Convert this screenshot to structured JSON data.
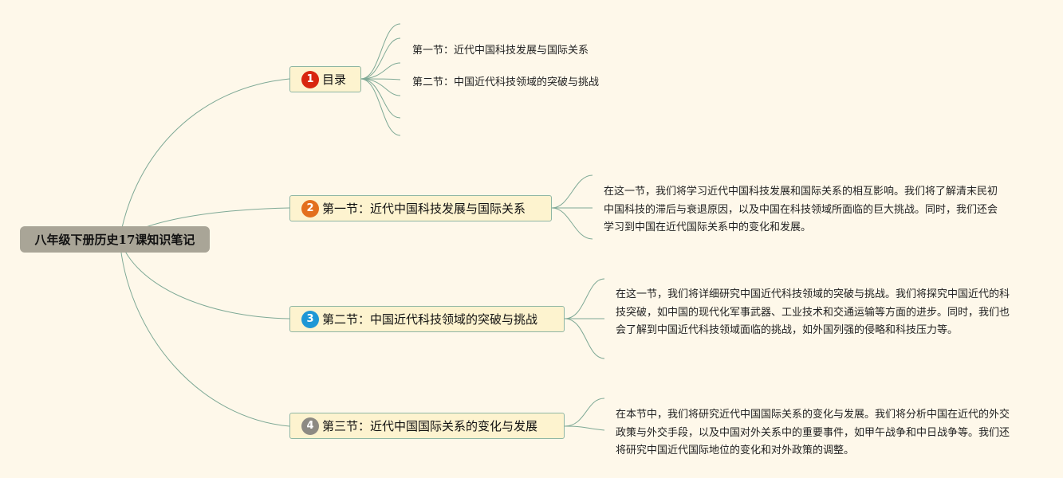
{
  "root": {
    "label": "八年级下册历史17课知识笔记"
  },
  "branches": [
    {
      "num": "1",
      "color": "#d8260f",
      "label": "目录",
      "children": [
        "第一节：近代中国科技发展与国际关系",
        "第二节：中国近代科技领域的突破与挑战"
      ]
    },
    {
      "num": "2",
      "color": "#e3701e",
      "label": "第一节：近代中国科技发展与国际关系",
      "detail": "在这一节，我们将学习近代中国科技发展和国际关系的相互影响。我们将了解清末民初中国科技的滞后与衰退原因，以及中国在科技领域所面临的巨大挑战。同时，我们还会学习到中国在近代国际关系中的变化和发展。"
    },
    {
      "num": "3",
      "color": "#1e97d6",
      "label": "第二节：中国近代科技领域的突破与挑战",
      "detail": "在这一节，我们将详细研究中国近代科技领域的突破与挑战。我们将探究中国近代的科技突破，如中国的现代化军事武器、工业技术和交通运输等方面的进步。同时，我们也会了解到中国近代科技领域面临的挑战，如外国列强的侵略和科技压力等。"
    },
    {
      "num": "4",
      "color": "#8d8a83",
      "label": "第三节：近代中国国际关系的变化与发展",
      "detail": "在本节中，我们将研究近代中国国际关系的变化与发展。我们将分析中国在近代的外交政策与外交手段，以及中国对外关系中的重要事件，如甲午战争和中日战争等。我们还将研究中国近代国际地位的变化和对外政策的调整。"
    }
  ]
}
